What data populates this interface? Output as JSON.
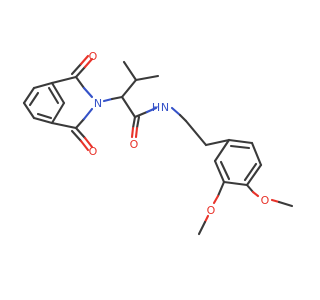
{
  "molecule": {
    "atom_labels": {
      "o_top_imide": "O",
      "o_bottom_imide": "O",
      "n_imide": "N",
      "o_amide": "O",
      "n_amide": "N",
      "h_amide": "H",
      "o_methoxy_3": "O",
      "o_methoxy_4": "O"
    }
  },
  "colors": {
    "bond": "#3a3a3a",
    "oxygen": "#e8332a",
    "nitrogen": "#3552c8",
    "background": "#ffffff"
  }
}
